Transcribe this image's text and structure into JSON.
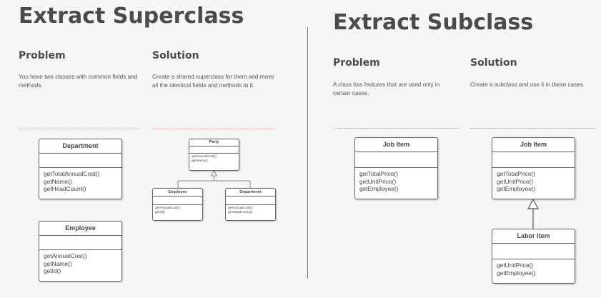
{
  "superclass": {
    "title": "Extract Superclass",
    "problem_heading": "Problem",
    "problem_text": "You have two classes with common fields and methods.",
    "solution_heading": "Solution",
    "solution_text": "Create a shared superclass for them and move all the identical fields and methods to it.",
    "problem_classes": [
      {
        "name": "Department",
        "methods": [
          "getTotalAnnualCost()",
          "getName()",
          "getHeadCount()"
        ]
      },
      {
        "name": "Employee",
        "methods": [
          "getAnnualCost()",
          "getName()",
          "getId()"
        ]
      }
    ],
    "solution_classes": [
      {
        "name": "Party",
        "methods": [
          "getAnnualCost()",
          "getName()"
        ]
      },
      {
        "name": "Employee",
        "methods": [
          "getAnnualCost()",
          "getId()"
        ]
      },
      {
        "name": "Department",
        "methods": [
          "getAnnualCost()",
          "getHeadCount()"
        ]
      }
    ]
  },
  "subclass": {
    "title": "Extract Subclass",
    "problem_heading": "Problem",
    "problem_text": "A class has features that are used only in certain cases.",
    "solution_heading": "Solution",
    "solution_text": "Create a subclass and use it in these cases.",
    "problem_classes": [
      {
        "name": "Job Item",
        "methods": [
          "getTotalPrice()",
          "getUnitPrice()",
          "getEmployee()"
        ]
      }
    ],
    "solution_classes": [
      {
        "name": "Job Item",
        "methods": [
          "getTotalPrice()",
          "getUnitPrice()",
          "getEmployee()"
        ]
      },
      {
        "name": "Labor Item",
        "methods": [
          "getUnitPrice()",
          "getEmployee()"
        ]
      }
    ]
  },
  "colors": {
    "divider": "#777777",
    "dotted_separator": "#d89a98",
    "uml_border": "#666666"
  }
}
